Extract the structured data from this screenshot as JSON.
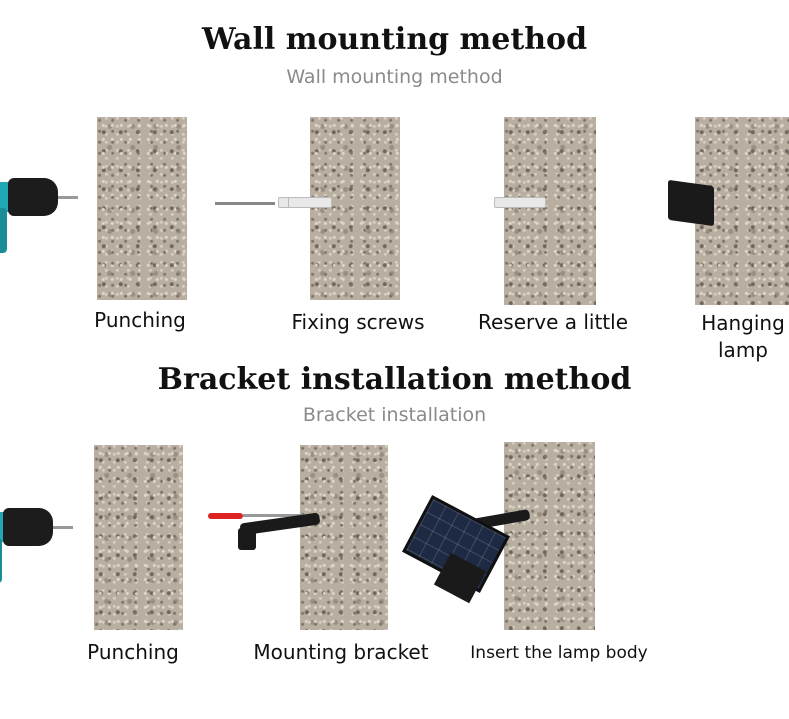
{
  "wall_section": {
    "title": "Wall mounting method",
    "subtitle": "Wall mounting method",
    "steps": [
      {
        "label": "Punching"
      },
      {
        "label": "Fixing screws"
      },
      {
        "label": "Reserve a little"
      },
      {
        "label_line1": "Hanging",
        "label_line2": "lamp"
      }
    ]
  },
  "bracket_section": {
    "title": "Bracket installation method",
    "subtitle": "Bracket installation",
    "steps": [
      {
        "label": "Punching"
      },
      {
        "label": "Mounting bracket"
      },
      {
        "label": "Insert the lamp body"
      }
    ]
  },
  "colors": {
    "drill": "#22a7b5",
    "wall": "#b9afa1",
    "title": "#111111",
    "subtitle": "#8a8a8a"
  }
}
